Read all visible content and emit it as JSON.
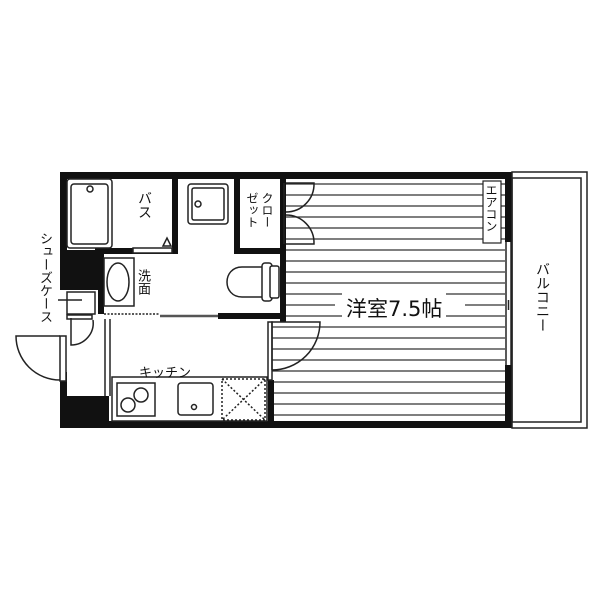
{
  "floorplan": {
    "rooms": {
      "bath": "バス",
      "closet_line1": "クロー",
      "closet_line2": "ゼット",
      "washbasin": "洗面",
      "shoe_case": "シューズケース",
      "kitchen": "キッチン",
      "western_room": "洋室7.5帖",
      "aircon": "エアコン",
      "balcony": "バルコニー"
    },
    "colors": {
      "wall": "#111111",
      "line": "#222222",
      "background": "#ffffff"
    }
  }
}
